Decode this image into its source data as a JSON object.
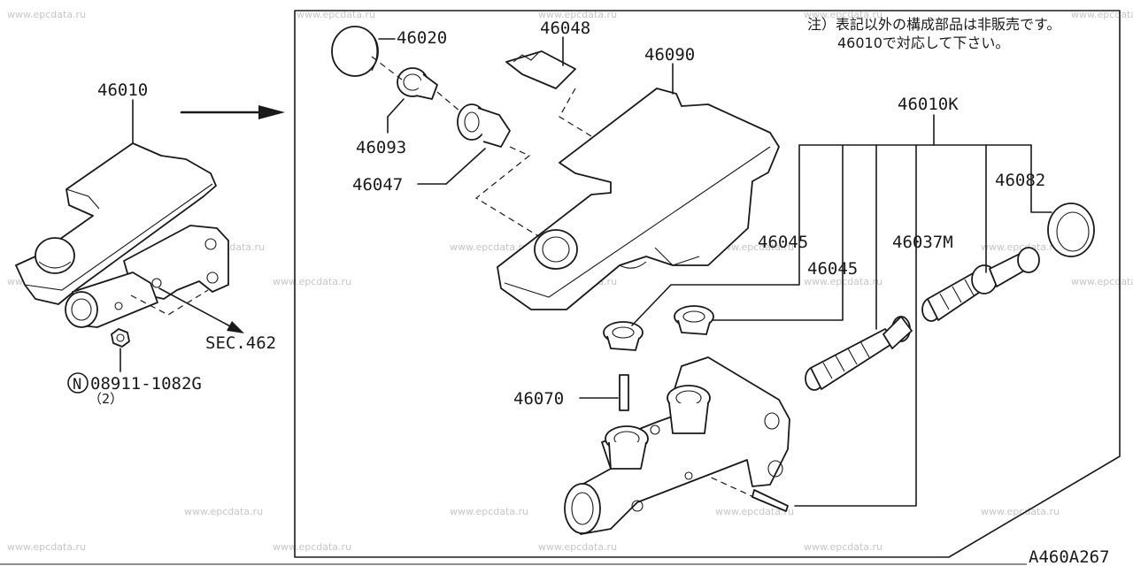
{
  "watermark": "www.epcdata.ru",
  "diagram_id": "A460A267",
  "note": {
    "line1": "注）表記以外の構成部品は非販売です。",
    "line2": "46010で対応して下さい。"
  },
  "labels": {
    "assembly": "46010",
    "reservoir_cap": "46020",
    "strainer": "46093",
    "grommet": "46047",
    "level_switch": "46048",
    "reservoir_tank": "46090",
    "repair_kit": "46010K",
    "seal_kit_a": "46082",
    "grommet_a": "46045",
    "grommet_b": "46045",
    "piston_kit": "46037M",
    "pin": "46070",
    "section_ref": "SEC.462",
    "nut_marker": "N",
    "nut_part": "08911-1082G",
    "nut_qty": "（2）"
  },
  "colors": {
    "line": "#1a1a1a",
    "watermark": "#c6c6c6",
    "background": "#ffffff"
  }
}
